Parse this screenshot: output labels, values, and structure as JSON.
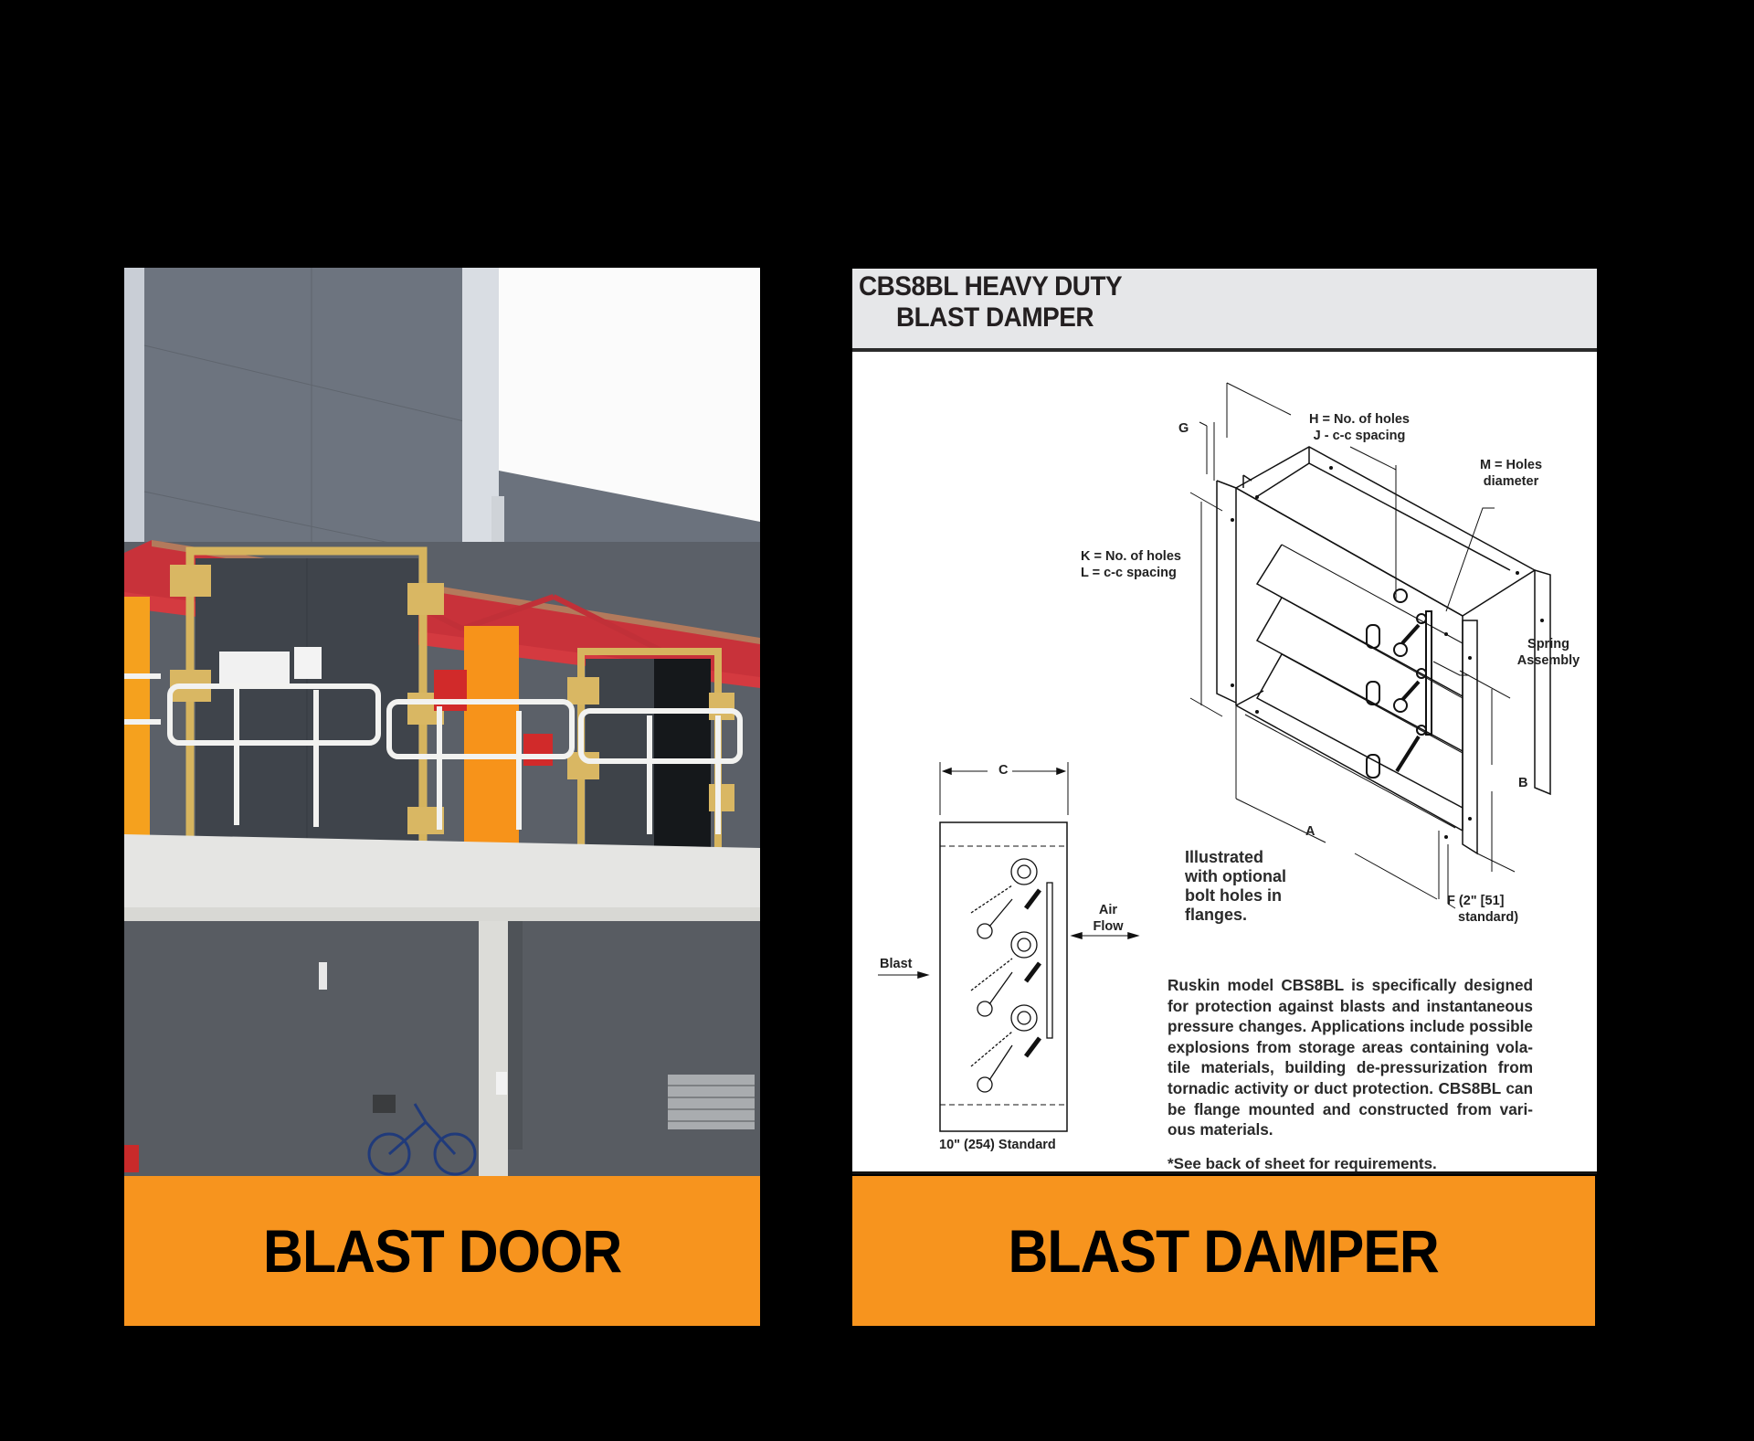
{
  "panels": {
    "left": {
      "caption": "BLAST DOOR",
      "image_description": "Building facade with red canopy, orange columns, gray walls, two yellow-framed blast doors behind white railing, bicycle below"
    },
    "right": {
      "caption": "BLAST DAMPER",
      "sheet": {
        "title_line1": "CBS8BL HEAVY DUTY",
        "title_line2": "BLAST DAMPER",
        "labels": {
          "g": "G",
          "h_line1": "H = No. of holes",
          "h_line2": "J - c-c spacing",
          "m_line1": "M = Holes",
          "m_line2": "diameter",
          "k_line1": "K = No. of holes",
          "k_line2": "L = c-c spacing",
          "spring_line1": "Spring",
          "spring_line2": "Assembly",
          "b": "B",
          "a": "A",
          "f_line1": "F  (2\" [51]",
          "f_line2": "standard)",
          "c": "C",
          "air_line1": "Air",
          "air_line2": "Flow",
          "blast": "Blast",
          "standard": "10\" (254) Standard"
        },
        "illustrated": [
          "Illustrated",
          "with optional",
          "bolt holes in",
          "flanges."
        ],
        "description": "Ruskin model CBS8BL is specifically designed for protection against blasts and instantaneous pressure changes. Applications include possible explosions from storage areas containing vola-tile materials, building de-pressurization from tornadic activity or duct protection. CBS8BL can be flange mounted and constructed from vari-ous materials.",
        "note": "*See back of sheet for requirements."
      }
    }
  },
  "colors": {
    "background": "#000000",
    "caption_bg": "#F7941E",
    "caption_text": "#000000",
    "sheet_header_bg": "#E6E7E9"
  }
}
